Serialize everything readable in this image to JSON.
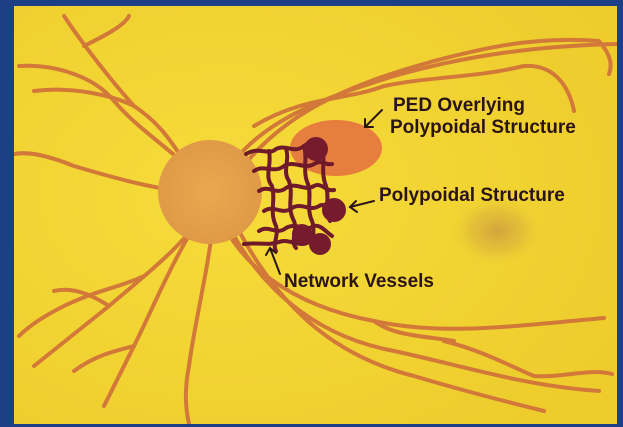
{
  "colors": {
    "frame": "#1d3f86",
    "background": "#f2d431",
    "vessel": "#d2793a",
    "optic_disc": "#e3a24c",
    "ped": "#e67f3e",
    "macula": "#cf9b3e",
    "network": "#6f1a2a",
    "polyp": "#761a2e",
    "label_text": "#2a1418"
  },
  "labels": {
    "ped_line1": "PED Overlying",
    "ped_line2": "Polypoidal Structure",
    "polypoidal": "Polypoidal Structure",
    "network": "Network Vessels"
  }
}
